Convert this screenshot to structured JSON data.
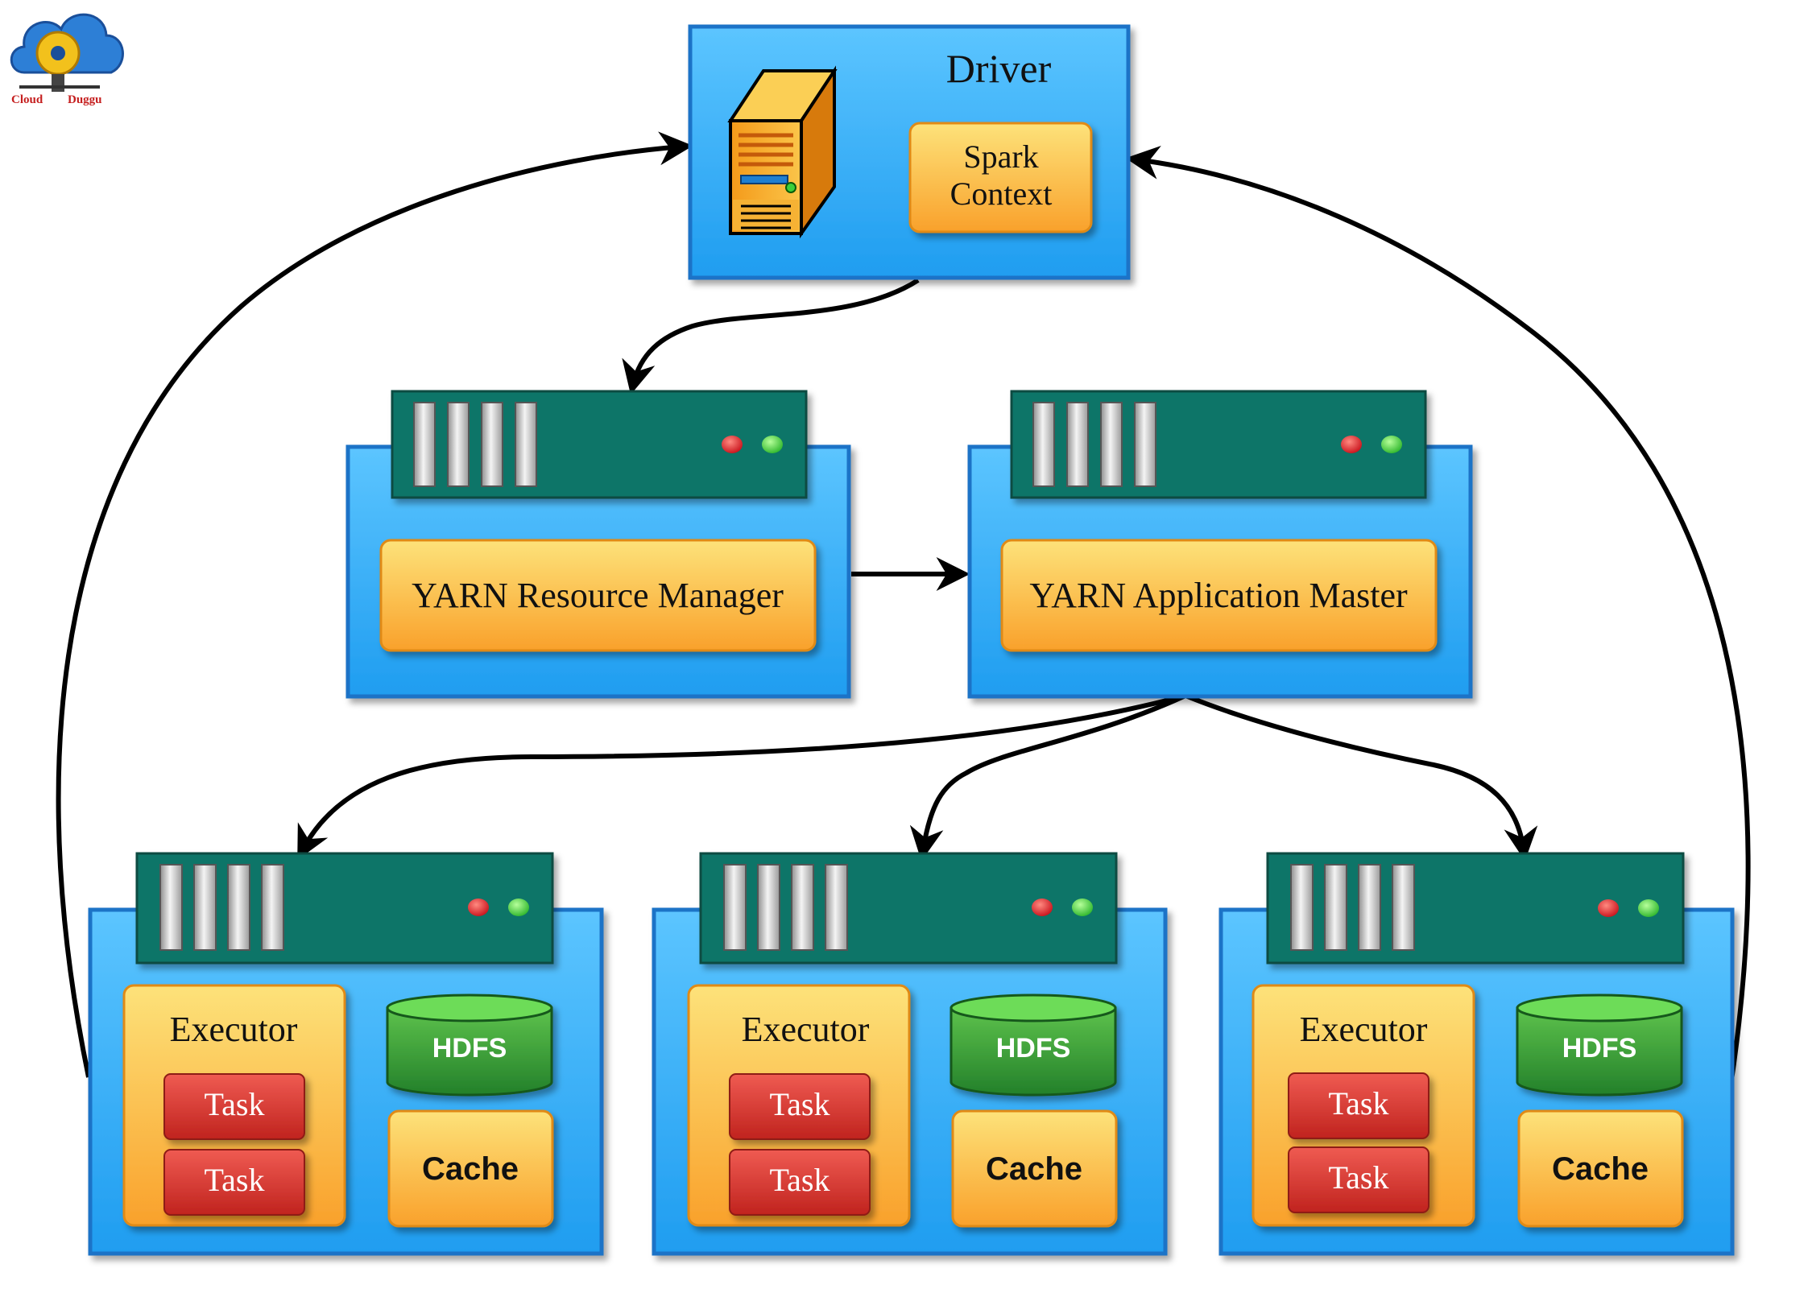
{
  "logo": {
    "left_text": "Cloud",
    "right_text": "Duggu"
  },
  "driver": {
    "title": "Driver",
    "context_line1": "Spark",
    "context_line2": "Context"
  },
  "resource_manager": {
    "label": "YARN Resource Manager"
  },
  "application_master": {
    "label": "YARN Application Master"
  },
  "workers": [
    {
      "executor": "Executor",
      "tasks": [
        "Task",
        "Task"
      ],
      "hdfs": "HDFS",
      "cache": "Cache"
    },
    {
      "executor": "Executor",
      "tasks": [
        "Task",
        "Task"
      ],
      "hdfs": "HDFS",
      "cache": "Cache"
    },
    {
      "executor": "Executor",
      "tasks": [
        "Task",
        "Task"
      ],
      "hdfs": "HDFS",
      "cache": "Cache"
    }
  ],
  "colors": {
    "node_blue": "#2da8f5",
    "rack_teal": "#107468",
    "orange_box": "#fbb13c",
    "task_red": "#d8322c",
    "hdfs_green": "#36a23a",
    "arrow": "#000000"
  }
}
